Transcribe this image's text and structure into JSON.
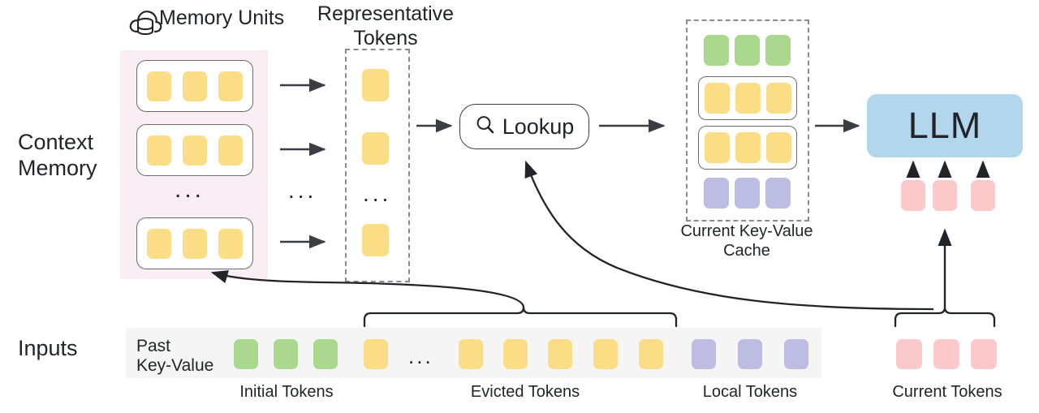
{
  "diagram": {
    "title_not_shown": "",
    "side_labels": [
      {
        "id": "context-memory",
        "text": "Context\nMemory"
      },
      {
        "id": "inputs",
        "text": "Inputs"
      }
    ],
    "memory_units": {
      "label": "Memory Units",
      "icon": "cloud-database-icon",
      "unit_count_shown": 3,
      "tokens_per_unit": 3,
      "token_color": "#FBDD85",
      "panel_color": "#FAEEF5",
      "ellipsis": "..."
    },
    "representative_tokens": {
      "label": "Representative\nTokens",
      "token_count_shown": 3,
      "token_color": "#FBDD85",
      "ellipsis": "..."
    },
    "lookup": {
      "label": "Lookup",
      "icon": "search-icon"
    },
    "kv_cache": {
      "label": "Current Key-Value\nCache",
      "rows": [
        {
          "kind": "initial",
          "color": "#A9D88E",
          "count": 3,
          "boxed": false
        },
        {
          "kind": "retrieved",
          "color": "#FBDD85",
          "count": 3,
          "boxed": true
        },
        {
          "kind": "retrieved",
          "color": "#FBDD85",
          "count": 3,
          "boxed": true
        },
        {
          "kind": "local",
          "color": "#BDBDE4",
          "count": 3,
          "boxed": false
        }
      ]
    },
    "llm": {
      "label": "LLM",
      "color": "#B2D7EC",
      "input_token_count": 3,
      "input_token_color": "#FCC9CA"
    },
    "inputs": {
      "past_key_value_label": "Past\nKey-Value",
      "bar_color": "#F4F5F4",
      "groups": [
        {
          "caption": "Initial Tokens",
          "color": "#A9D88E",
          "count": 3,
          "ellipsis": ""
        },
        {
          "caption": "Evicted Tokens",
          "color": "#FBDD85",
          "count": 6,
          "ellipsis": "..."
        },
        {
          "caption": "Local Tokens",
          "color": "#BDBDE4",
          "count": 3,
          "ellipsis": ""
        },
        {
          "caption": "Current Tokens",
          "color": "#FCC9CA",
          "count": 3,
          "ellipsis": ""
        }
      ]
    },
    "connectors": [
      {
        "id": "unit-to-rep-1",
        "type": "straight-arrow"
      },
      {
        "id": "unit-to-rep-2",
        "type": "straight-arrow"
      },
      {
        "id": "unit-to-rep-3",
        "type": "straight-arrow"
      },
      {
        "id": "rep-to-lookup",
        "type": "straight-arrow"
      },
      {
        "id": "lookup-to-kvcache",
        "type": "straight-arrow"
      },
      {
        "id": "kvcache-to-llm",
        "type": "straight-arrow"
      },
      {
        "id": "evicted-to-memory",
        "type": "curved-arrow"
      },
      {
        "id": "current-to-lookup",
        "type": "curved-arrow"
      },
      {
        "id": "current-to-llm-tokens",
        "type": "straight-arrow"
      }
    ],
    "colors": {
      "yellow": "#FBDD85",
      "green": "#A9D88E",
      "purple": "#BDBDE4",
      "pink": "#FCC9CA",
      "blue": "#B2D7EC",
      "memory_panel": "#FAEEF5",
      "input_bar": "#F4F5F4",
      "stroke": "#2b2d33"
    }
  }
}
